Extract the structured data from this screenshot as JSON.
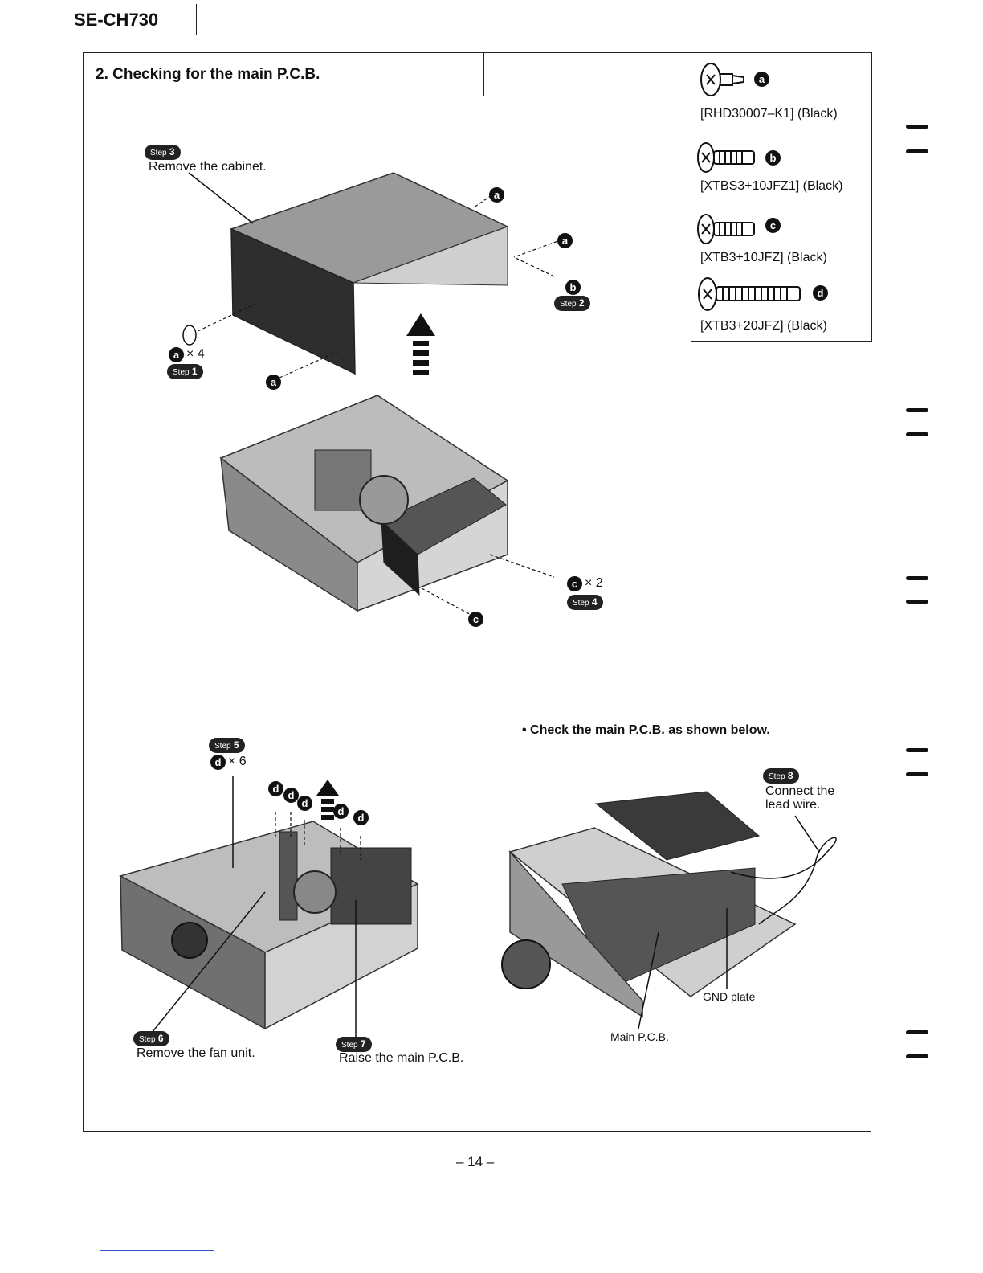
{
  "header": {
    "model": "SE-CH730"
  },
  "section": {
    "title": "2. Checking for the main P.C.B."
  },
  "screws": [
    {
      "letter": "a",
      "code": "[RHD30007–K1] (Black)",
      "icon": "screw-a-icon"
    },
    {
      "letter": "b",
      "code": "[XTBS3+10JFZ1] (Black)",
      "icon": "screw-b-icon"
    },
    {
      "letter": "c",
      "code": "[XTB3+10JFZ] (Black)",
      "icon": "screw-c-icon"
    },
    {
      "letter": "d",
      "code": "[XTB3+20JFZ] (Black)",
      "icon": "screw-d-icon"
    }
  ],
  "steps": {
    "word": "Step",
    "s1": {
      "num": "1"
    },
    "s2": {
      "num": "2"
    },
    "s3": {
      "num": "3",
      "text": "Remove the cabinet."
    },
    "s4": {
      "num": "4"
    },
    "s5": {
      "num": "5"
    },
    "s6": {
      "num": "6",
      "text": "Remove the fan unit."
    },
    "s7": {
      "num": "7",
      "text": "Raise the main P.C.B."
    },
    "s8": {
      "num": "8",
      "text1": "Connect the",
      "text2": "lead wire."
    }
  },
  "quantities": {
    "a": "× 4",
    "c": "× 2",
    "d": "× 6"
  },
  "check_note": "• Check the main P.C.B. as shown below.",
  "labels": {
    "gnd": "GND plate",
    "main_pcb": "Main P.C.B."
  },
  "footer": {
    "page": "– 14 –"
  },
  "colors": {
    "ink": "#111111",
    "blue_rule": "#3456c8"
  }
}
